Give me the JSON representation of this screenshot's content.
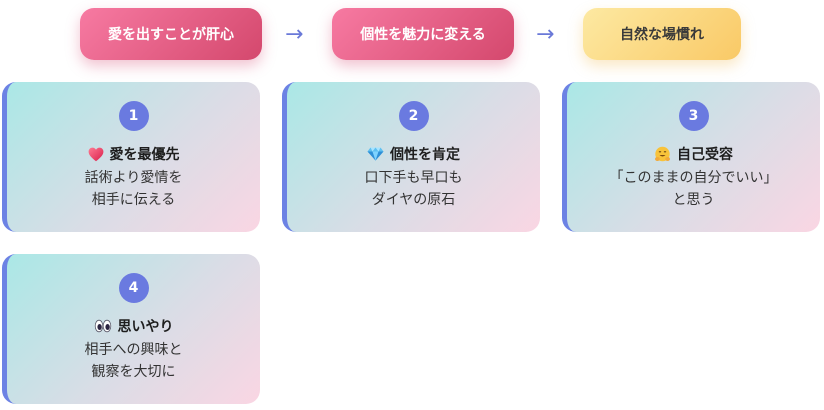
{
  "flow": {
    "steps": [
      {
        "label": "愛を出すことが肝心"
      },
      {
        "label": "個性を魅力に変える"
      },
      {
        "label": "自然な場慣れ"
      }
    ],
    "arrow": "→"
  },
  "cards": [
    {
      "number": "1",
      "icon": "heart-icon",
      "title": "愛を最優先",
      "lines": [
        "話術より愛情を",
        "相手に伝える"
      ]
    },
    {
      "number": "2",
      "icon": "gem-icon",
      "title": "個性を肯定",
      "lines": [
        "口下手も早口も",
        "ダイヤの原石"
      ]
    },
    {
      "number": "3",
      "icon": "hugging-face-icon",
      "title": "自己受容",
      "lines": [
        "「このままの自分でいい」",
        "と思う"
      ]
    },
    {
      "number": "4",
      "icon": "eyes-icon",
      "title": "思いやり",
      "lines": [
        "相手への興味と",
        "観察を大切に"
      ]
    }
  ],
  "colors": {
    "accent": "#6a7ae0",
    "pink_pill": "#e05a80",
    "yellow_pill": "#fbd57e"
  }
}
